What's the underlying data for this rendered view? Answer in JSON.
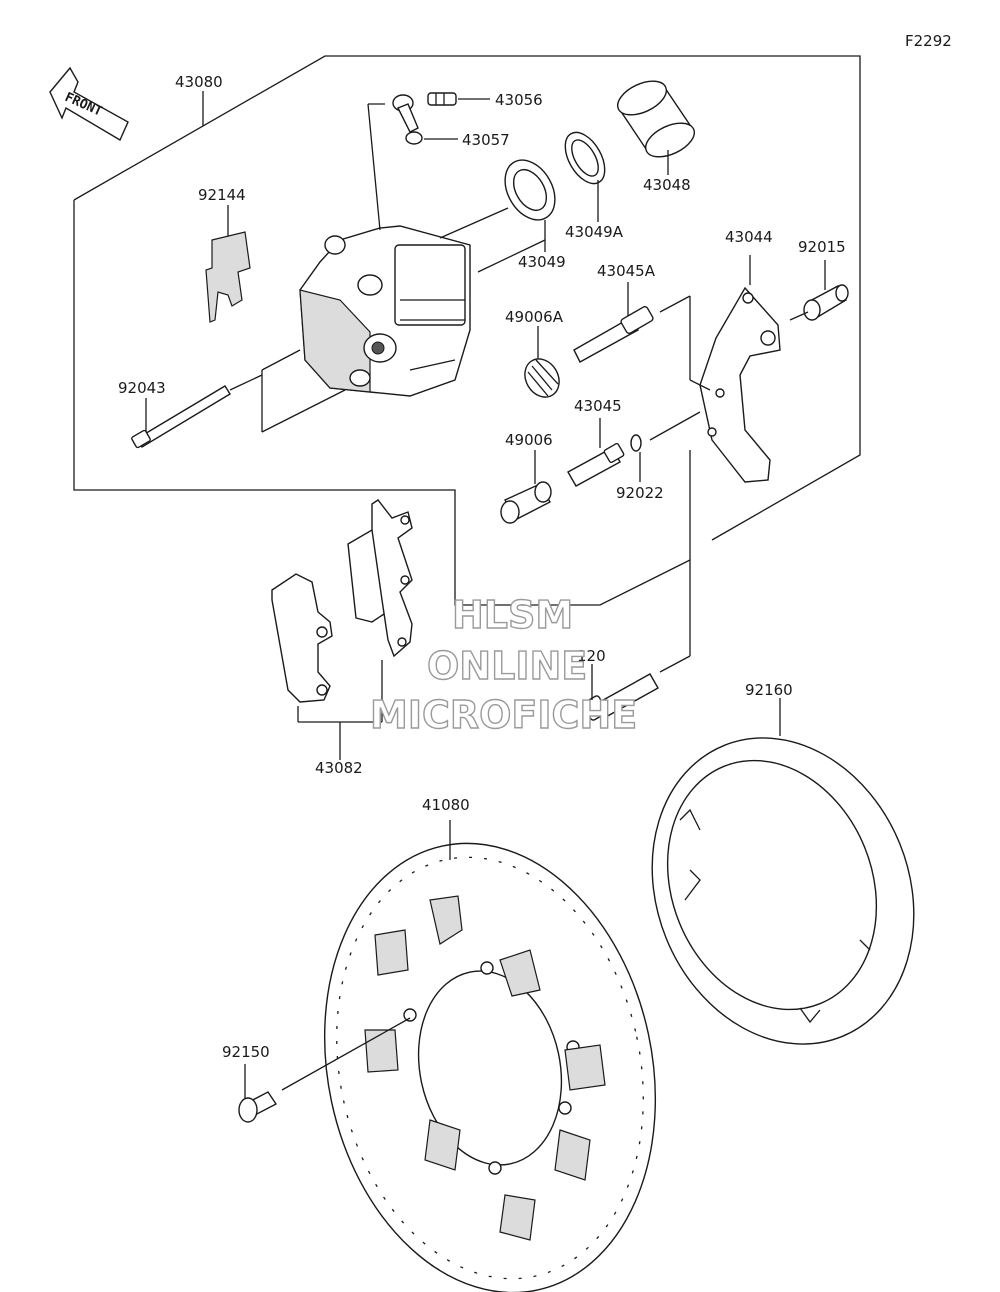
{
  "figure_code": "F2292",
  "front_arrow_label": "FRONT",
  "watermark": {
    "line1": "HLSM",
    "line2": "ONLINE",
    "line3": "MICROFICHE"
  },
  "parts": {
    "p43080": "43080",
    "p92144": "92144",
    "p92043": "92043",
    "p43056": "43056",
    "p43057": "43057",
    "p43048": "43048",
    "p43049A": "43049A",
    "p43049": "43049",
    "p43044": "43044",
    "p92015": "92015",
    "p43045A": "43045A",
    "p49006A": "49006A",
    "p43045": "43045",
    "p49006": "49006",
    "p92022": "92022",
    "p120": "120",
    "p92160": "92160",
    "p43082": "43082",
    "p41080": "41080",
    "p92150": "92150"
  },
  "colors": {
    "line": "#1a1a1a",
    "shade": "#dcdcdc",
    "watermark_outline": "#9a9a9a"
  }
}
